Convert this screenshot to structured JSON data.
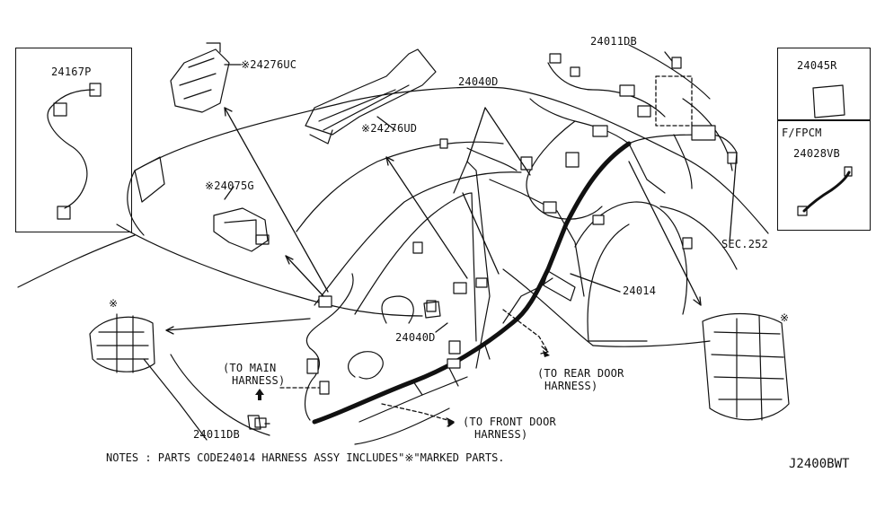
{
  "parts": {
    "p24167P": "24167P",
    "p24276UC": "※24276UC",
    "p24276UD": "※24276UD",
    "p24075G": "※24075G",
    "p24040D_top": "24040D",
    "p24040D_mid": "24040D",
    "p24011DB_top": "24011DB",
    "p24011DB_bot": "24011DB",
    "p24045R": "24045R",
    "p24028VB": "24028VB",
    "p24014": "24014",
    "sec252": "SEC.252",
    "star_left": "※",
    "star_right": "※"
  },
  "fpcm_label": "F/FPCM",
  "callouts": {
    "to_main_line1": "(TO MAIN",
    "to_main_line2": "HARNESS)",
    "to_rear_line1": "(TO REAR DOOR",
    "to_rear_line2": "HARNESS)",
    "to_front_line1": "(TO FRONT DOOR",
    "to_front_line2": "HARNESS)"
  },
  "notes": "NOTES : PARTS CODE24014 HARNESS ASSY INCLUDES\"※\"MARKED PARTS.",
  "diagram_code": "J2400BWT"
}
